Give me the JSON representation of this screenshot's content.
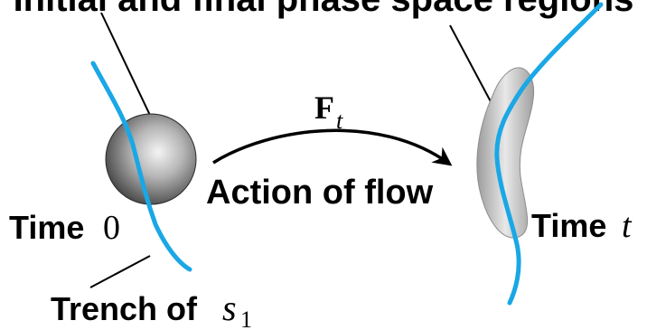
{
  "labels": {
    "top_caption": "Initial and final phase space regions",
    "flow_map_symbol": "F",
    "flow_map_subscript": "t",
    "flow_caption": "Action of flow",
    "time_initial_word": "Time",
    "time_initial_value": "0",
    "time_final_word": "Time",
    "time_final_value": "t",
    "trench_word": "Trench of",
    "trench_symbol": "s",
    "trench_subscript": "1"
  },
  "colors": {
    "trench_curve": "#1aa7e6",
    "ink": "#000000",
    "sphere_light": "#f2f2f2",
    "sphere_dark": "#4a4a4a",
    "blob_light": "#e6e6e6",
    "blob_dark": "#9a9a9a"
  }
}
